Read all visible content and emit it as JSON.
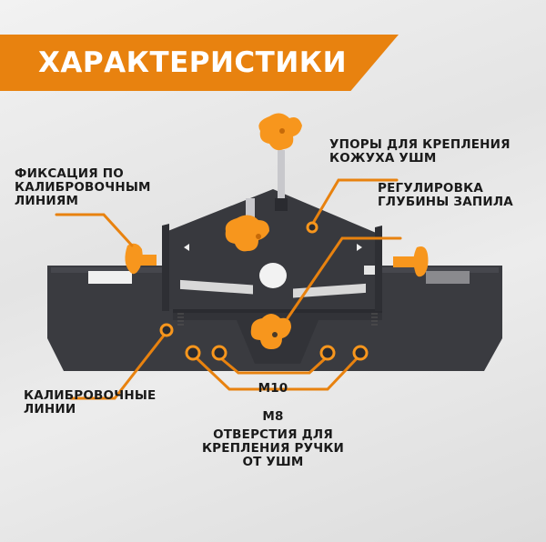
{
  "banner": {
    "title": "ХАРАКТЕРИСТИКИ",
    "color": "#e8820f"
  },
  "callouts": {
    "fixation": {
      "lines": [
        "ФИКСАЦИЯ ПО",
        "КАЛИБРОВОЧНЫМ",
        "ЛИНИЯМ"
      ]
    },
    "stops": {
      "lines": [
        "УПОРЫ ДЛЯ КРЕПЛЕНИЯ",
        "КОЖУХА УШМ"
      ]
    },
    "depth": {
      "lines": [
        "РЕГУЛИРОВКА",
        "ГЛУБИНЫ ЗАПИЛА"
      ]
    },
    "calibration": {
      "lines": [
        "КАЛИБРОВОЧНЫЕ",
        "ЛИНИИ"
      ]
    },
    "m10": {
      "text": "M10"
    },
    "m8": {
      "text": "M8"
    },
    "holes": {
      "lines": [
        "ОТВЕРСТИЯ ДЛЯ",
        "КРЕПЛЕНИЯ РУЧКИ",
        "ОТ УШМ"
      ]
    }
  },
  "colors": {
    "accent": "#f7961d",
    "body": "#3a3b40",
    "line": "#e8820f"
  }
}
